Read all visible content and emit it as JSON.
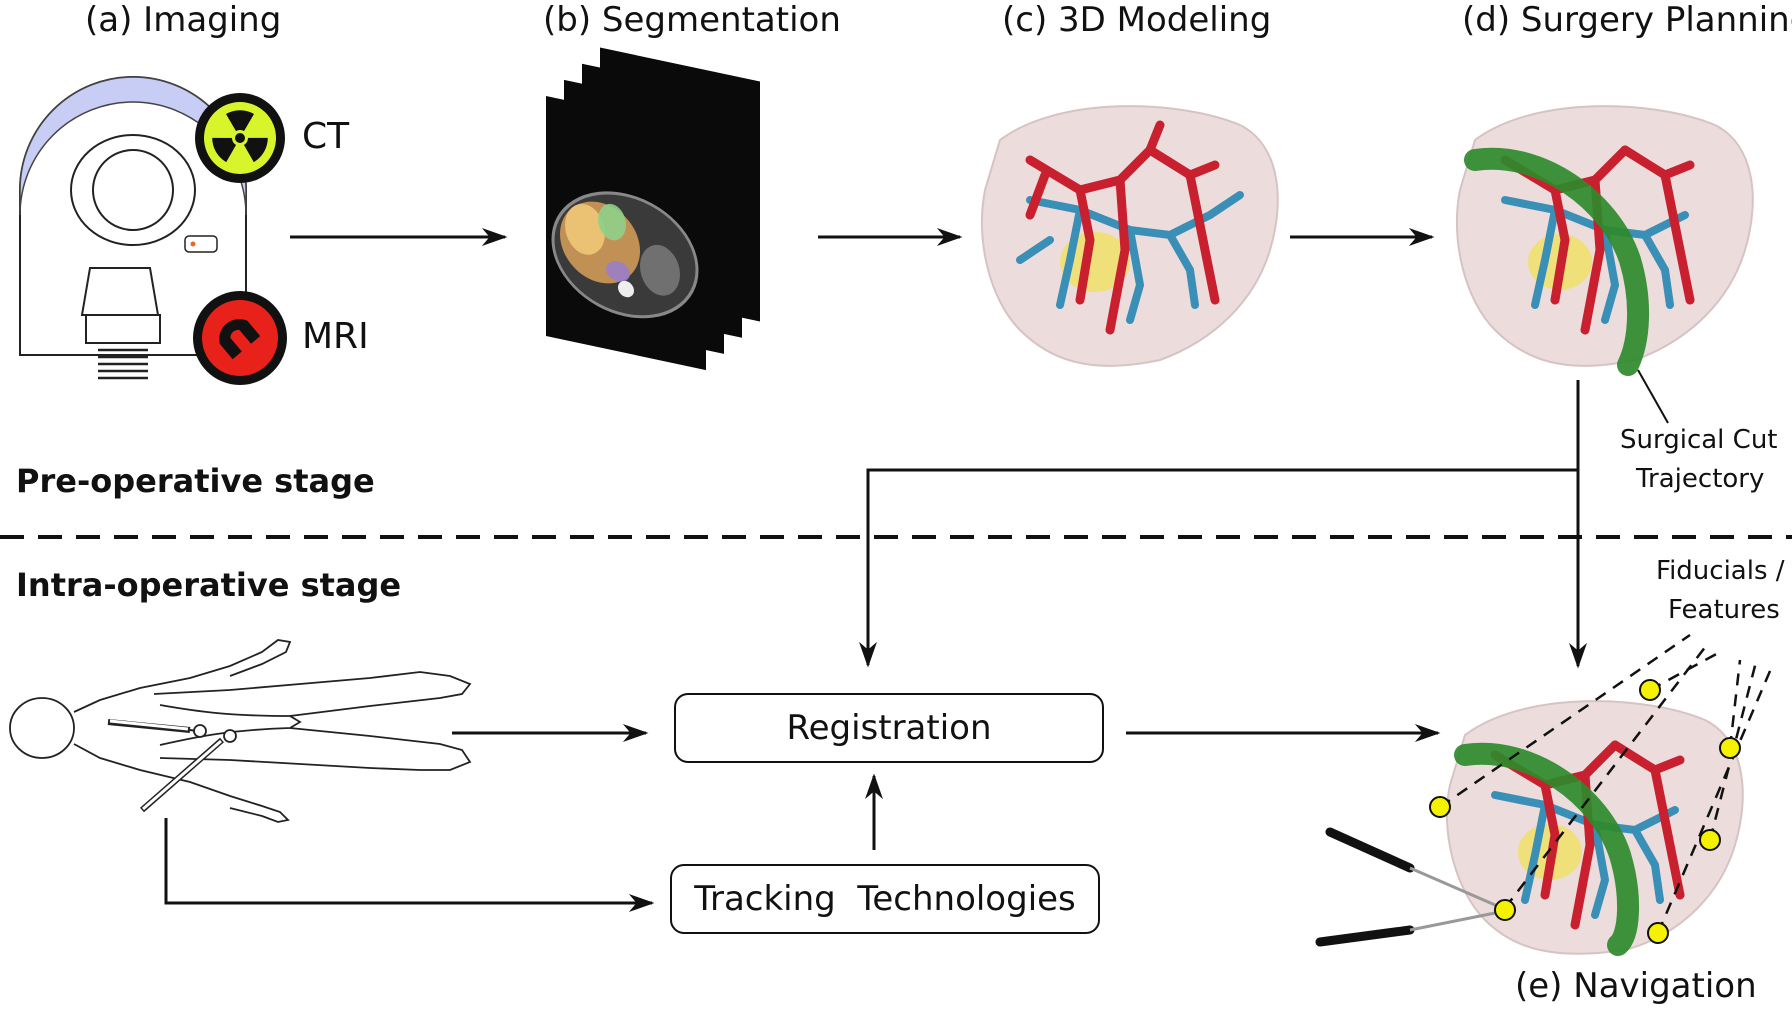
{
  "panels": {
    "imaging": "(a) Imaging",
    "segmentation": "(b) Segmentation",
    "modeling": "(c) 3D Modeling",
    "planning": "(d) Surgery Planning",
    "navigation": "(e) Navigation"
  },
  "modalities": {
    "ct": "CT",
    "mri": "MRI"
  },
  "stages": {
    "pre": "Pre-operative stage",
    "intra": "Intra-operative stage"
  },
  "annotations": {
    "cut_line1": "Surgical Cut",
    "cut_line2": "Trajectory",
    "fid_line1": "Fiducials /",
    "fid_line2": "Features"
  },
  "boxes": {
    "registration": "Registration",
    "tracking": "Tracking  Technologies"
  },
  "colors": {
    "scanner_ring": "#c7cdf4",
    "radiation_bg": "#d7f52a",
    "magnet_bg": "#e8221b",
    "liver": "#ecdcdc",
    "hepatic_vein": "#c8202e",
    "portal_vein": "#3a8fb7",
    "tumor": "#efe07a",
    "cut_trajectory": "#2f8a2c",
    "fiducial": "#f5f200"
  }
}
